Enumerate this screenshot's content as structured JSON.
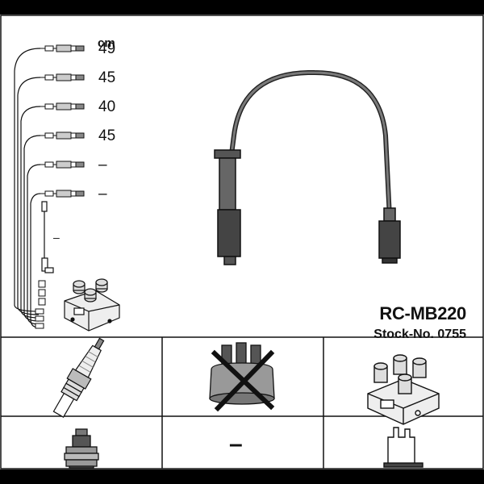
{
  "product": {
    "model": "RC-MB220",
    "stock_label": "Stock-No. 0755"
  },
  "lengths": {
    "unit": "cm",
    "rows": [
      {
        "value": "49"
      },
      {
        "value": "45"
      },
      {
        "value": "40"
      },
      {
        "value": "45"
      },
      {
        "value": "–"
      },
      {
        "value": "–"
      }
    ],
    "extra_lead": "–"
  },
  "components": {
    "spark_plug": {
      "icon": "spark-plug-icon"
    },
    "distributor_cap": {
      "icon": "distributor-cap-icon",
      "status": "crossed-out"
    },
    "ignition_coil": {
      "icon": "ignition-coil-icon"
    },
    "plug_connector": {
      "icon": "plug-connector-icon"
    },
    "middle_value": "–",
    "coil_terminal": {
      "icon": "coil-terminal-icon"
    }
  },
  "colors": {
    "line": "#111111",
    "cable": "#555555"
  }
}
